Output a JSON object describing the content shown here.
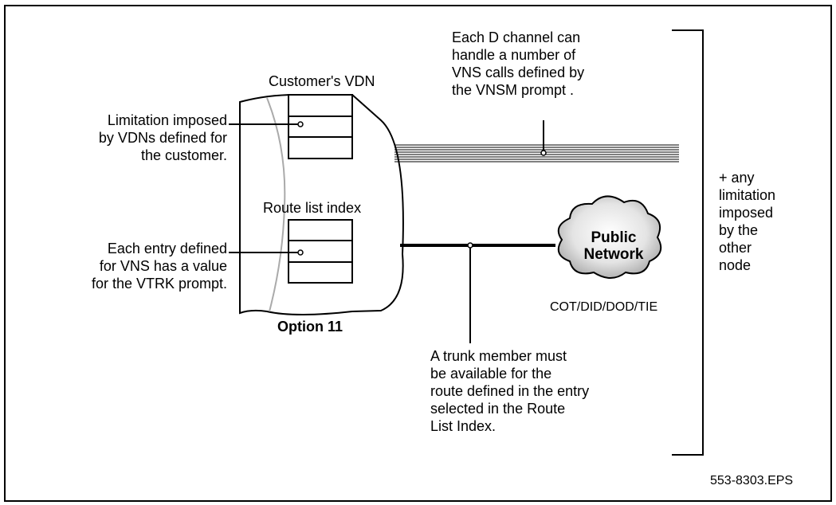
{
  "diagram": {
    "d_channel_note": [
      "Each D channel can",
      "handle a number of",
      "VNS calls defined by",
      "the VNSM prompt ."
    ],
    "customer_vdn_label": "Customer's VDN",
    "vdn_limitation_note": [
      "Limitation imposed",
      "by VDNs defined for",
      "the customer."
    ],
    "route_list_label": "Route list index",
    "vtrk_note": [
      "Each entry defined",
      "for VNS has a value",
      "for the  VTRK prompt."
    ],
    "option_label": "Option 11",
    "cloud_label": [
      "Public",
      "Network"
    ],
    "trunk_types": "COT/DID/DOD/TIE",
    "trunk_member_note": [
      "A trunk member must",
      "be available for the",
      "route defined in the entry",
      "selected in the Route",
      "List Index."
    ],
    "other_node_note": [
      "+ any",
      "limitation",
      "imposed",
      "by the",
      "other",
      "node"
    ],
    "figure_id": "553-8303.EPS"
  }
}
